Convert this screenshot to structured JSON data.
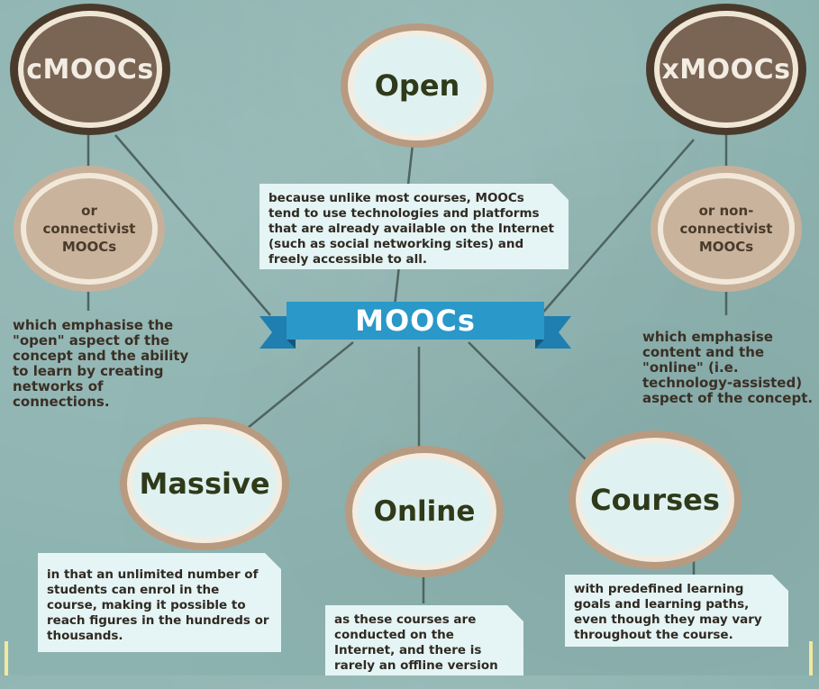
{
  "title": "MOOCs",
  "nodes": {
    "cmoocs": {
      "label": "cMOOCs",
      "sub": "or connectivist MOOCs",
      "desc": "which emphasise the \"open\" aspect of the concept and the ability to learn by creating networks of connections."
    },
    "xmoocs": {
      "label": "xMOOCs",
      "sub": "or non-connectivist MOOCs",
      "desc": "which emphasise content and the \"online\" (i.e. technology-assisted) aspect of the concept."
    },
    "open": {
      "label": "Open",
      "desc": "because unlike most courses, MOOCs tend to use technologies and platforms that are already available on the Internet (such as social networking sites) and freely accessible to all."
    },
    "massive": {
      "label": "Massive",
      "desc": "in that an unlimited number of students can enrol in the course, making it possible to reach figures in the hundreds or thousands."
    },
    "online": {
      "label": "Online",
      "desc": "as these courses are conducted on the Internet, and there is rarely an offline version or portion."
    },
    "courses": {
      "label": "Courses",
      "desc": "with predefined learning goals and learning paths, even though they may vary throughout the course."
    }
  },
  "colors": {
    "background": "#8db3b0",
    "banner": "#2a98c9",
    "banner_dark": "#1a6f99",
    "dark_badge": "#7a6555",
    "dark_badge_edge": "#4a3a2b",
    "tan_badge": "#c7b09a",
    "tan_badge_edge": "#8e7a66",
    "pale_badge": "#dff1f0",
    "pale_badge_edge": "#b89a80",
    "note_bg": "#e5f4f4",
    "line": "#4e6460"
  },
  "icons": [
    "scalloped-badge-icon",
    "ribbon-banner-icon"
  ]
}
